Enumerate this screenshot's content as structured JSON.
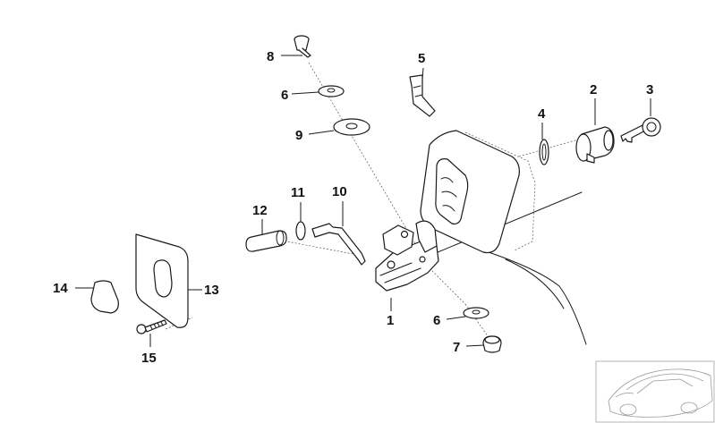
{
  "callouts": {
    "c1": "1",
    "c2": "2",
    "c3": "3",
    "c4": "4",
    "c5": "5",
    "c6a": "6",
    "c6b": "6",
    "c7": "7",
    "c8": "8",
    "c9": "9",
    "c10": "10",
    "c11": "11",
    "c12": "12",
    "c13": "13",
    "c14": "14",
    "c15": "15"
  },
  "colors": {
    "line": "#1a1a1a",
    "background": "#ffffff",
    "thumbnail": "#9a9a9a"
  }
}
